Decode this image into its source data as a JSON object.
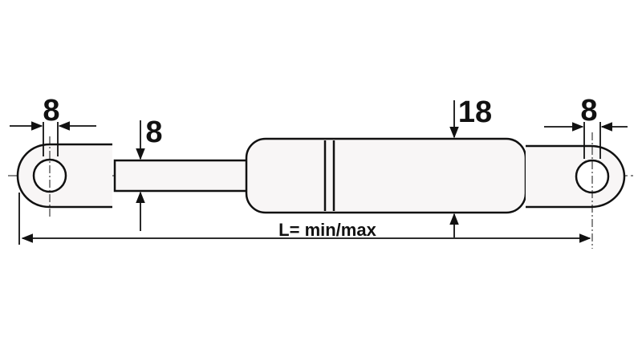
{
  "diagram": {
    "eye_diameter_left": "8",
    "eye_diameter_right": "8",
    "rod_diameter": "8",
    "body_diameter": "18",
    "length_label": "L= min/max"
  },
  "colors": {
    "line": "#111111",
    "fill": "#f8f6f6",
    "background": "#ffffff"
  }
}
